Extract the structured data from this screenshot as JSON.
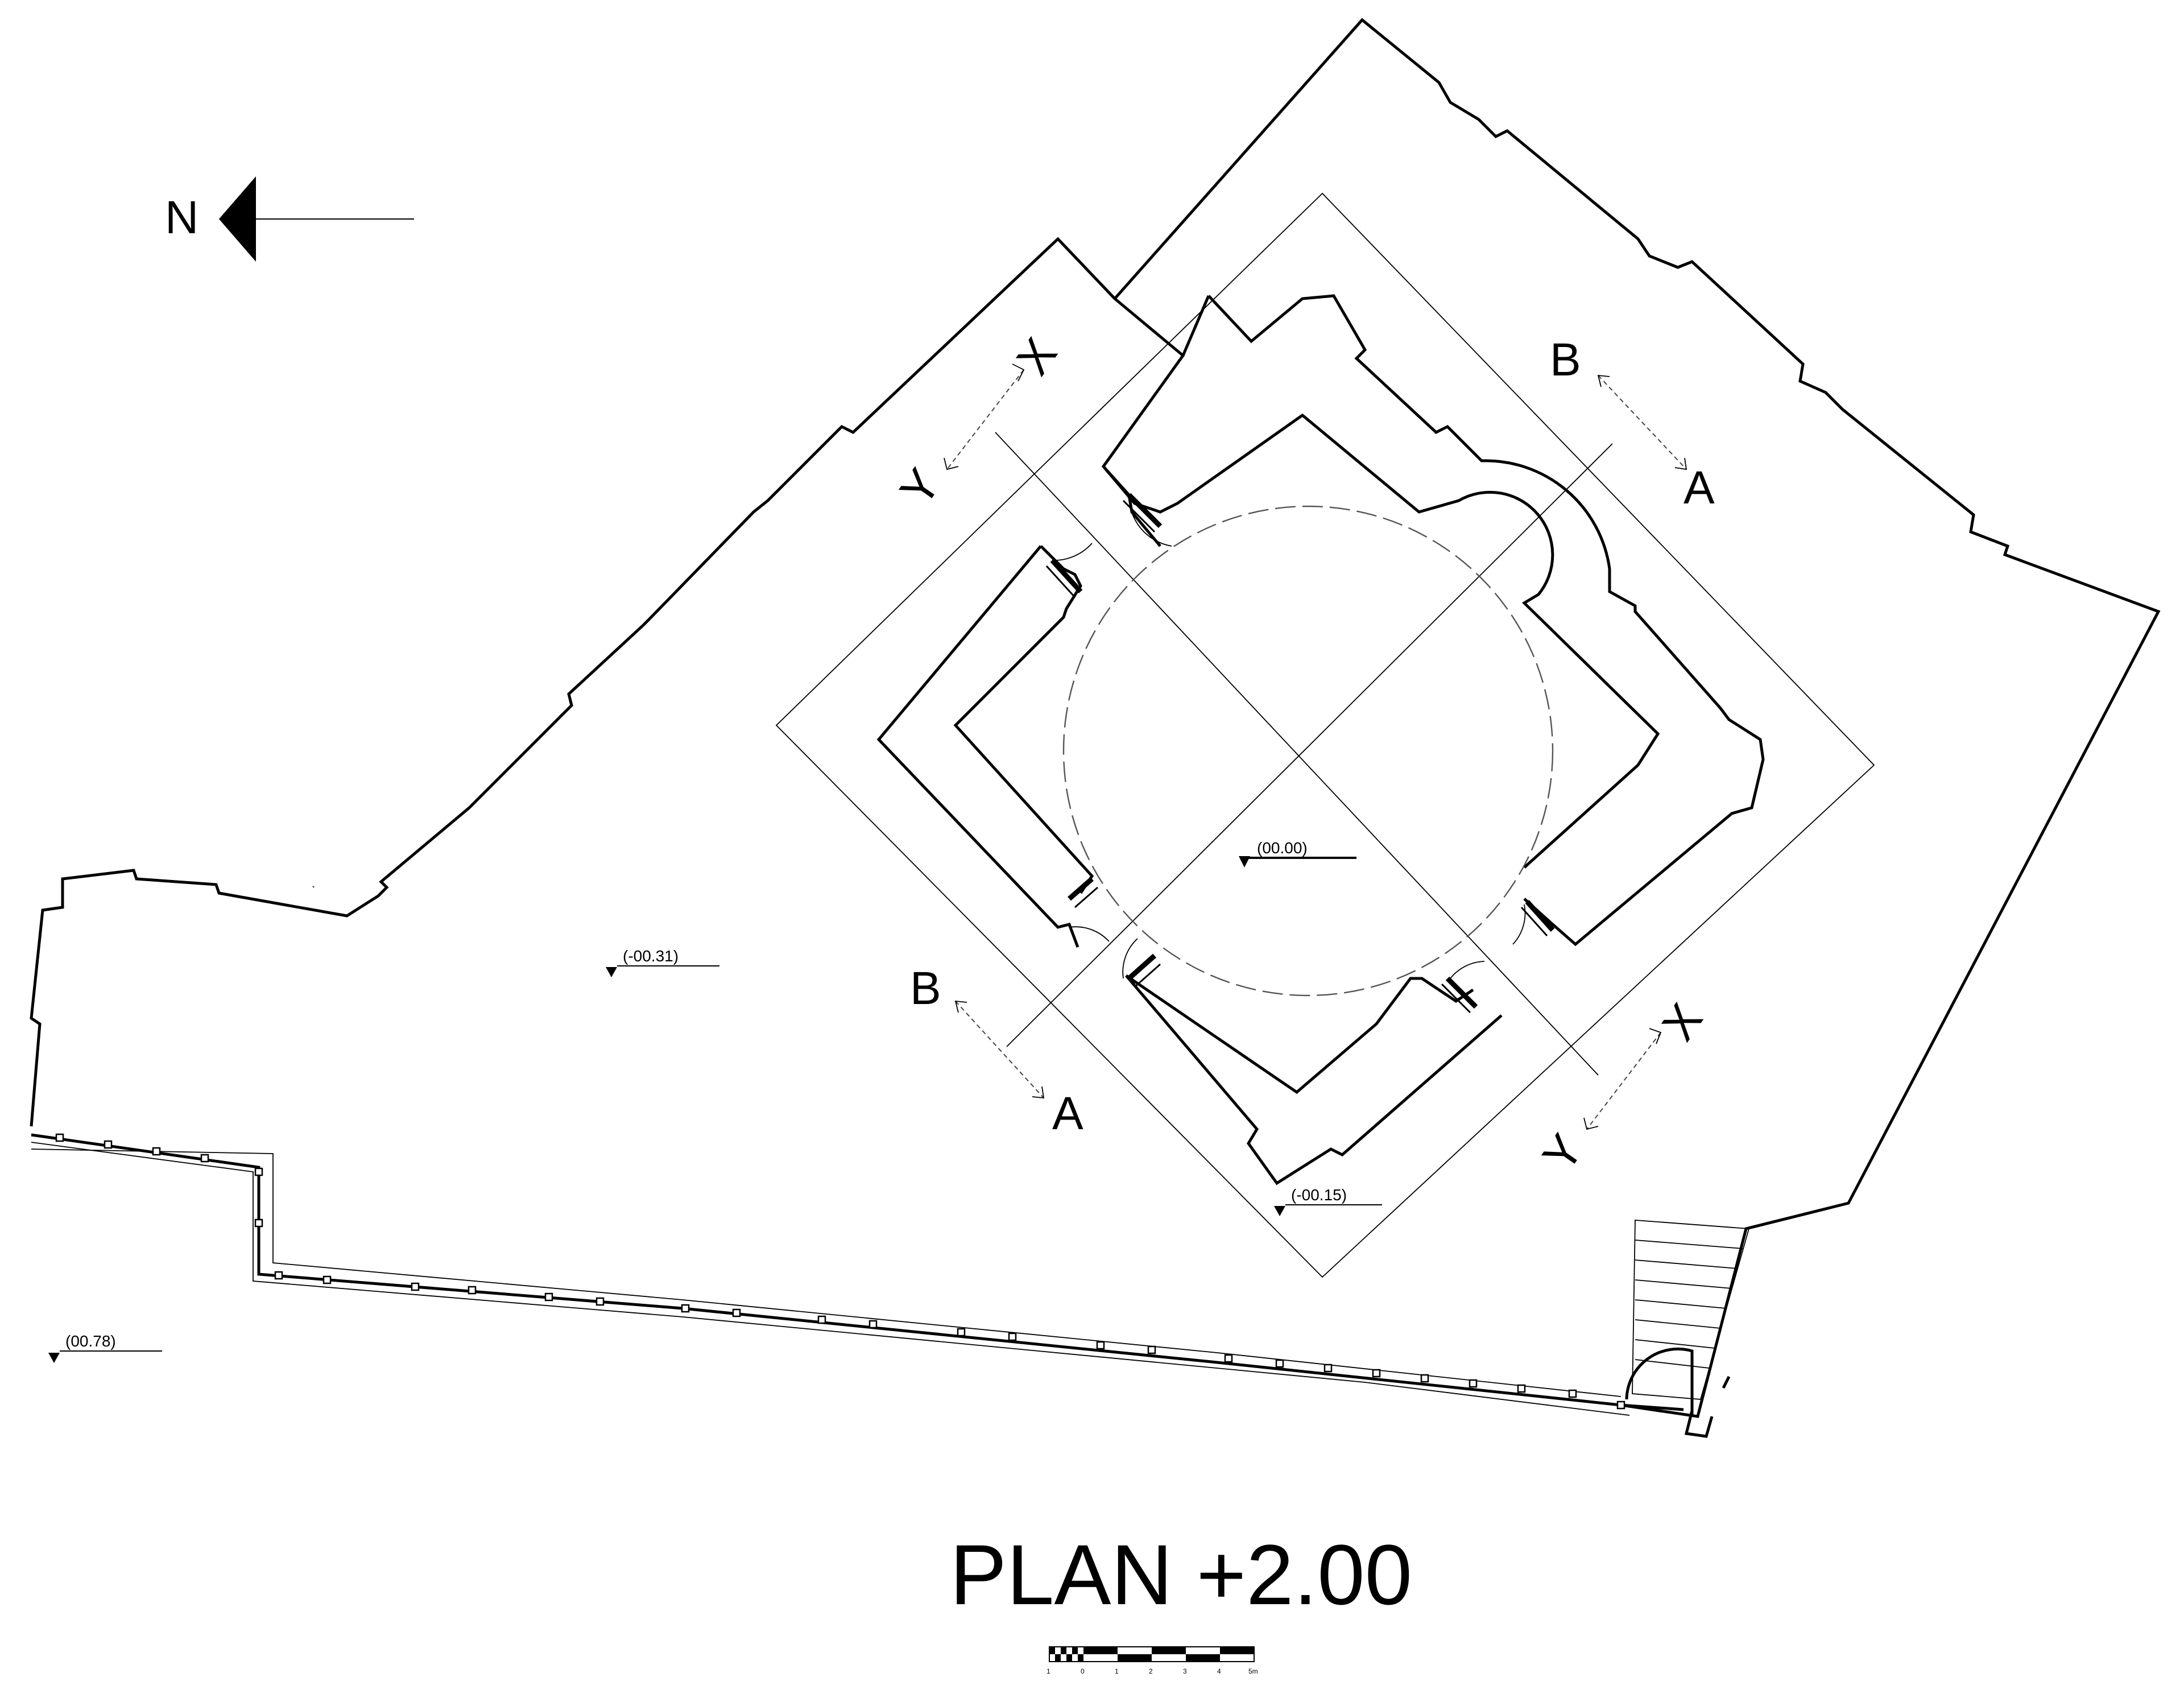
{
  "drawing": {
    "title": "PLAN +2.00",
    "north_label": "N",
    "section_labels": {
      "x_top": "X",
      "y_top": "Y",
      "b_top": "B",
      "a_top": "A",
      "b_bottom": "B",
      "a_bottom": "A",
      "x_bottom": "X",
      "y_bottom": "Y"
    },
    "elevations": {
      "center": "(00.00)",
      "west": "(-00.31)",
      "south": "(-00.15)",
      "southwest": "(00.78)"
    },
    "scale_bar": {
      "ticks": [
        "1",
        "0",
        "1",
        "2",
        "3",
        "4",
        "5m"
      ]
    }
  }
}
